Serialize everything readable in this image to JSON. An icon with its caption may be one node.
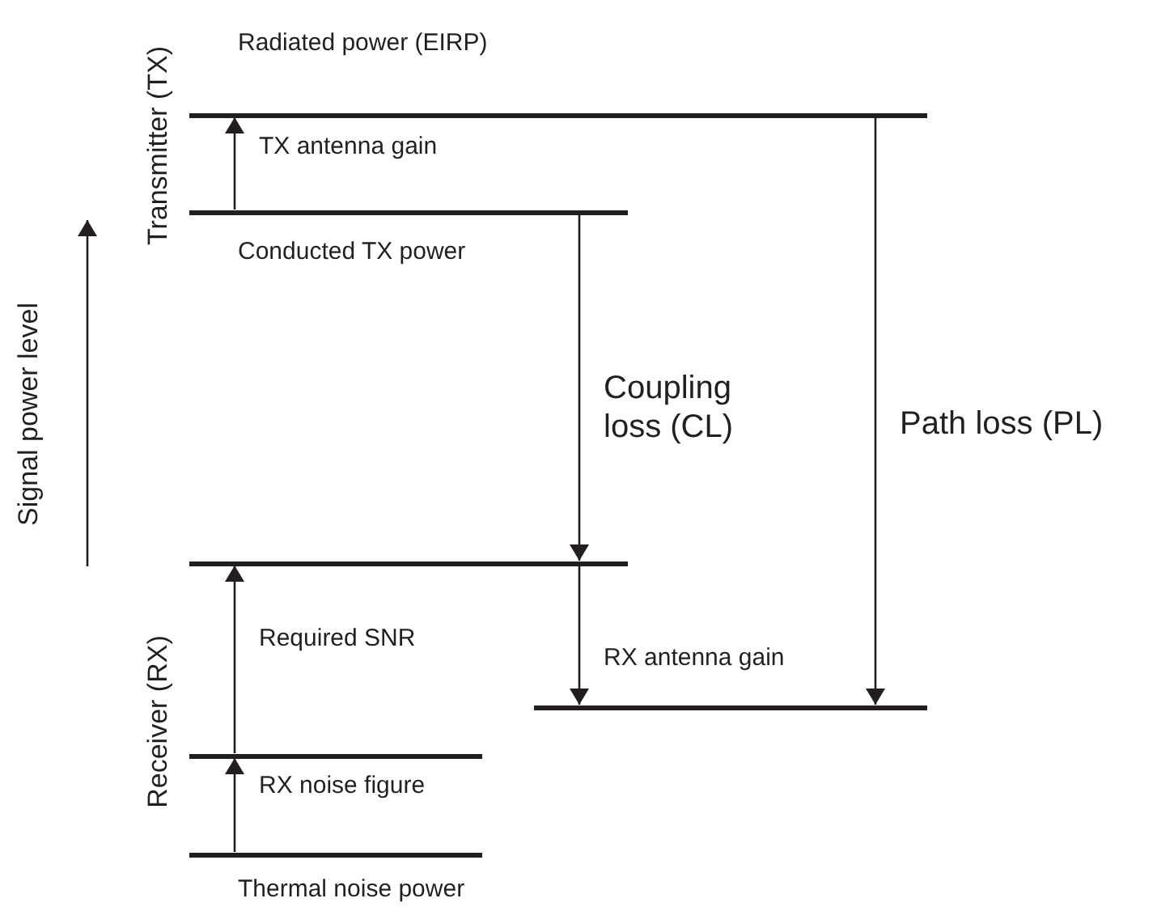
{
  "diagram": {
    "nodes": [
      {
        "text": [],
        "shape": "bar",
        "beside": [
          "Radiated power (EIRP)"
        ]
      },
      {
        "text": [],
        "shape": "bar",
        "beside": [
          "Conducted TX power"
        ]
      },
      {
        "text": [],
        "shape": "bar"
      },
      {
        "text": [],
        "shape": "bar"
      },
      {
        "text": [],
        "shape": "bar"
      },
      {
        "text": [],
        "shape": "bar",
        "beside": [
          "Thermal noise power"
        ]
      }
    ],
    "edges": [
      {
        "from": 1,
        "to": 0,
        "arrow": "to",
        "label": "TX antenna gain"
      },
      {
        "from": 1,
        "to": 2,
        "arrow": "to",
        "label": "Coupling loss (CL)"
      },
      {
        "from": 0,
        "to": 3,
        "arrow": "to",
        "label": "Path loss (PL)"
      },
      {
        "from": 2,
        "to": 3,
        "arrow": "to",
        "label": "RX antenna gain"
      },
      {
        "from": 4,
        "to": 2,
        "arrow": "to",
        "label": "Required SNR"
      },
      {
        "from": 5,
        "to": 4,
        "arrow": "to",
        "label": "RX noise figure"
      }
    ],
    "labels": [
      "Transmitter (TX)",
      "Signal power level",
      "Receiver (RX)"
    ]
  }
}
